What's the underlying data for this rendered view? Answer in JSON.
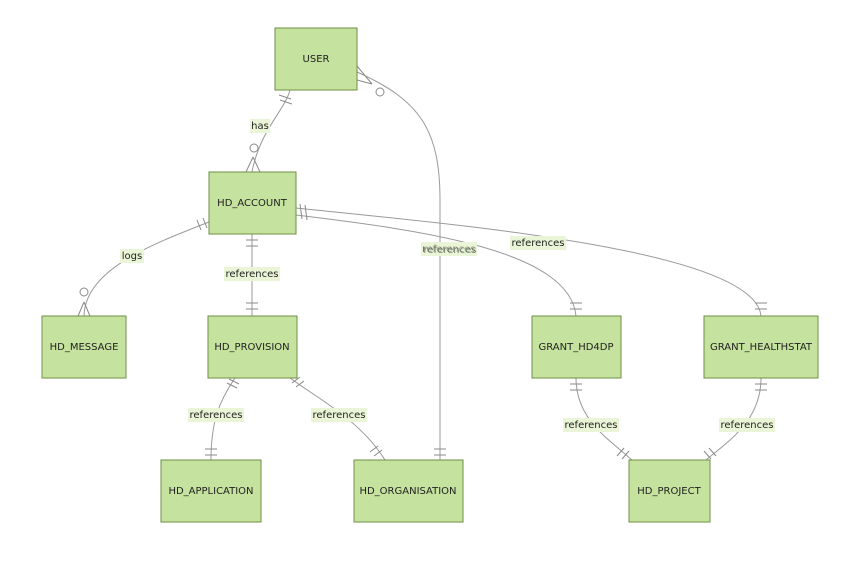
{
  "entities": {
    "user": "USER",
    "hd_account": "HD_ACCOUNT",
    "hd_message": "HD_MESSAGE",
    "hd_provision": "HD_PROVISION",
    "grant_hd4dp": "GRANT_HD4DP",
    "grant_healthstat": "GRANT_HEALTHSTAT",
    "hd_application": "HD_APPLICATION",
    "hd_organisation": "HD_ORGANISATION",
    "hd_project": "HD_PROJECT"
  },
  "relationships": {
    "user_account": "has",
    "account_message": "logs",
    "account_provision": "references",
    "account_grant_hd4dp": "references",
    "account_grant_healthstat": "references",
    "user_organisation": "references",
    "provision_application": "references",
    "provision_organisation": "references",
    "grant_hd4dp_project": "references",
    "grant_healthstat_project": "references"
  },
  "colors": {
    "entity_fill": "#c5e39e",
    "entity_border": "#6f8f46",
    "edge": "#9a9a9a",
    "label_background": "#e9f5d6"
  }
}
